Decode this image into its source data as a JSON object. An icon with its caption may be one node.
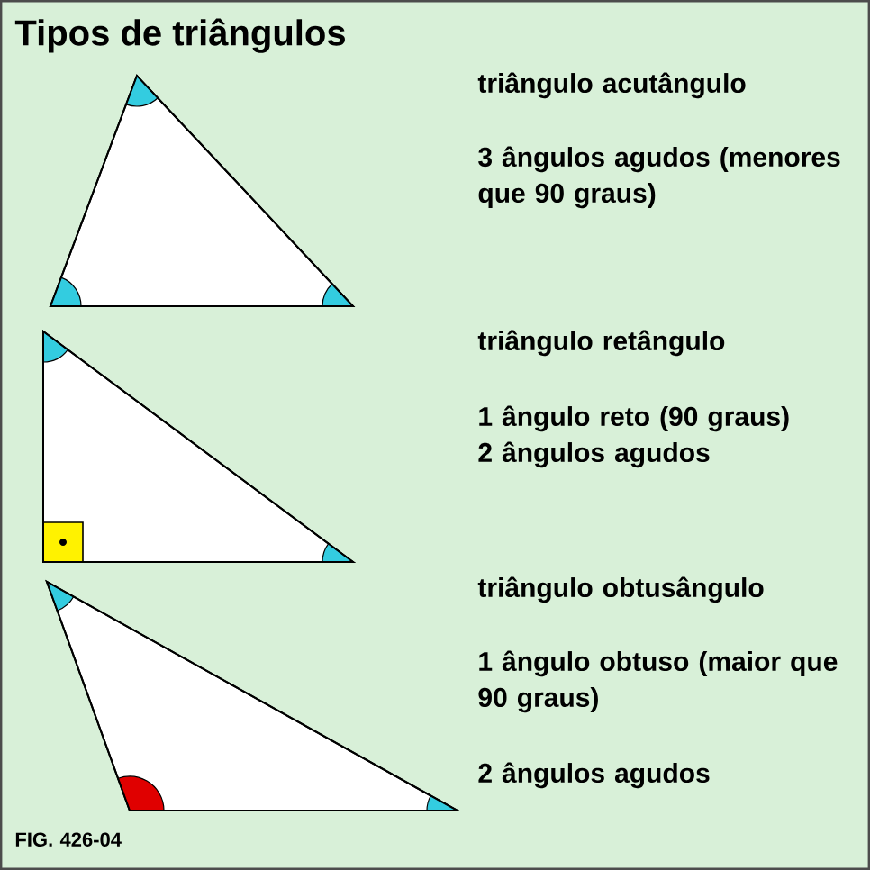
{
  "diagram": {
    "title": "Tipos de triângulos",
    "labels": [
      "triângulo acutângulo",
      "3 ângulos agudos (menores que 90 graus)",
      "triângulo retângulo",
      "1 ângulo reto (90 graus)",
      "2 ângulos agudos",
      "triângulo obtusângulo",
      "1 ângulo obtuso (maior que 90 graus)",
      "2 ângulos agudos",
      "FIG. 426-04"
    ]
  }
}
